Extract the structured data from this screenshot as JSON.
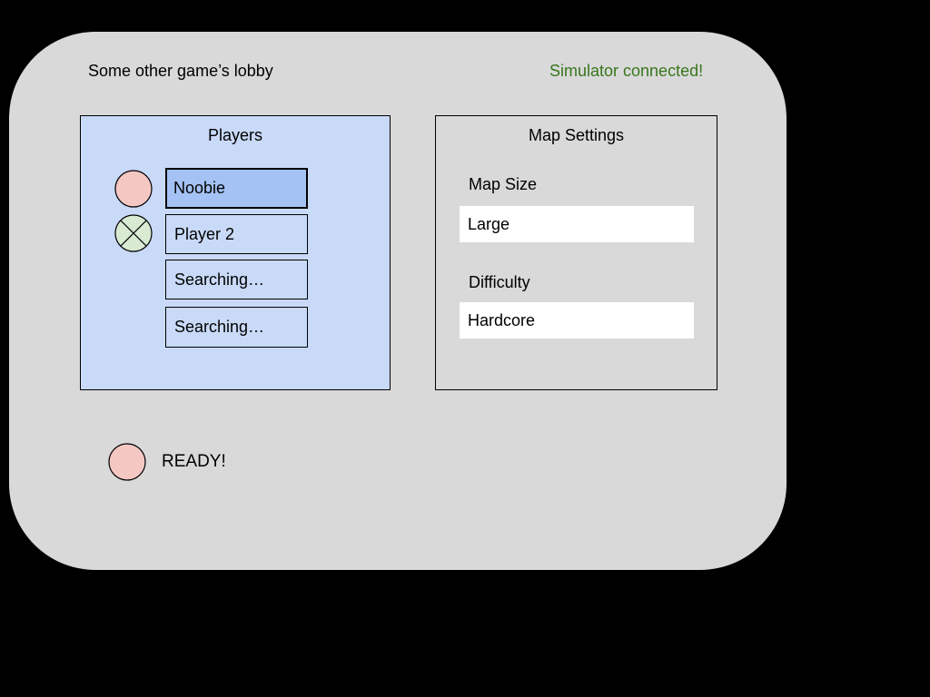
{
  "window": {
    "title": "Some other game’s lobby",
    "connection_status": "Simulator connected!"
  },
  "players_panel": {
    "title": "Players",
    "slots": [
      {
        "name": "Noobie",
        "selected": true,
        "status_icon": "circle"
      },
      {
        "name": "Player 2",
        "selected": false,
        "status_icon": "circle-x"
      },
      {
        "name": "Searching…",
        "selected": false,
        "status_icon": "none"
      },
      {
        "name": "Searching…",
        "selected": false,
        "status_icon": "none"
      }
    ]
  },
  "map_settings": {
    "title": "Map Settings",
    "map_size": {
      "label": "Map Size",
      "value": "Large"
    },
    "difficulty": {
      "label": "Difficulty",
      "value": "Hardcore"
    }
  },
  "ready": {
    "label": "READY!"
  },
  "colors": {
    "card_bg": "#d9d9d9",
    "players_panel_bg": "#c9daf8",
    "selected_slot_bg": "#a4c2f4",
    "pink_circle": "#f4c7c3",
    "green_circle": "#d9ead3",
    "status_text": "#38761d",
    "field_bg": "#ffffff"
  }
}
